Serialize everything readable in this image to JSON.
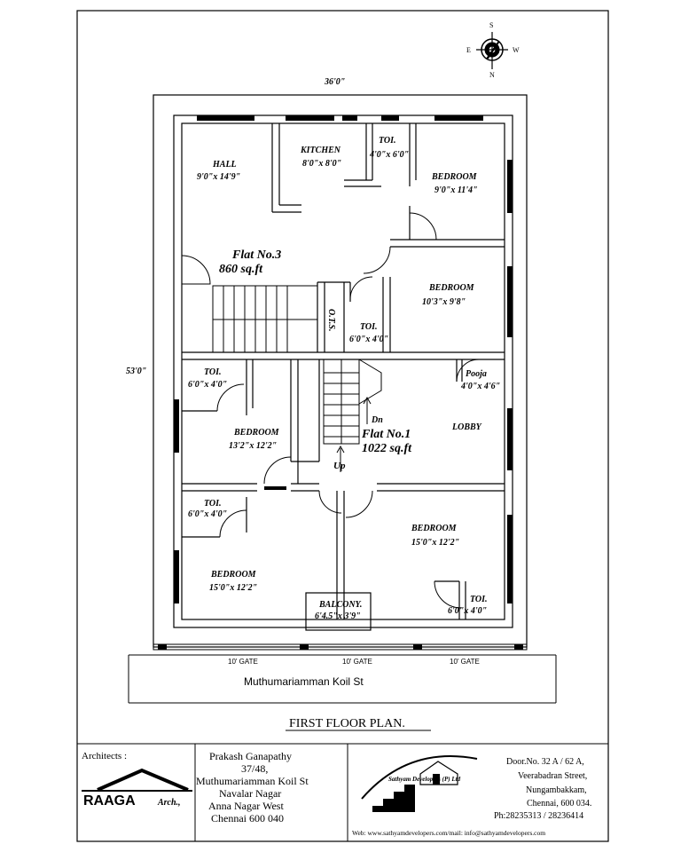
{
  "dimensions": {
    "width": "36'0\"",
    "height": "53'0\""
  },
  "compass": {
    "s": "S",
    "e": "E",
    "w": "W",
    "n": "N"
  },
  "flat3": {
    "name": "Flat No.3",
    "area": "860 sq.ft"
  },
  "flat1": {
    "name": "Flat No.1",
    "area": "1022 sq.ft"
  },
  "rooms": {
    "hall": {
      "name": "HALL",
      "size": "9'0\"x 14'9\""
    },
    "kitchen": {
      "name": "KITCHEN",
      "size": "8'0\"x 8'0\""
    },
    "toi_top": {
      "name": "TOI.",
      "size": "4'0\"x 6'0\""
    },
    "bedroom_top": {
      "name": "BEDROOM",
      "size": "9'0\"x 11'4\""
    },
    "bedroom_mid_right": {
      "name": "BEDROOM",
      "size": "10'3\"x 9'8\""
    },
    "ots": {
      "name": "O.T.S."
    },
    "toi_mid": {
      "name": "TOI.",
      "size": "6'0\"x 4'0\""
    },
    "toi_left_1": {
      "name": "TOI.",
      "size": "6'0\"x 4'0\""
    },
    "bedroom_left_1": {
      "name": "BEDROOM",
      "size": "13'2\"x 12'2\""
    },
    "pooja": {
      "name": "Pooja",
      "size": "4'0\"x 4'6\""
    },
    "lobby": {
      "name": "LOBBY"
    },
    "toi_left_2": {
      "name": "TOI.",
      "size": "6'0\"x 4'0\""
    },
    "bedroom_left_2": {
      "name": "BEDROOM",
      "size": "15'0\"x 12'2\""
    },
    "balcony": {
      "name": "BALCONY.",
      "size": "6'4.5\"x 3'9\""
    },
    "bedroom_right_low": {
      "name": "BEDROOM",
      "size": "15'0\"x 12'2\""
    },
    "toi_right_low": {
      "name": "TOI.",
      "size": "6'0\"x 4'0\""
    }
  },
  "stairs": {
    "dn": "Dn",
    "up": "Up"
  },
  "gates": [
    "10' GATE",
    "10' GATE",
    "10' GATE"
  ],
  "street": "Muthumariamman Koil St",
  "plan_title": "FIRST  FLOOR PLAN.",
  "title_block": {
    "architects_label": "Architects :",
    "logo_main": "RAAGA",
    "logo_sub": "Arch.,",
    "client_lines": [
      "Prakash Ganapathy",
      "37/48,",
      "Muthumariamman Koil St",
      "Navalar Nagar",
      "Anna Nagar West",
      "Chennai 600 040"
    ],
    "developer_logo": "Sathyam Developers (P) Ltd",
    "office_lines": [
      "Door.No. 32 A / 62 A,",
      "Veerabadran Street,",
      "Nungambakkam,",
      "Chennai, 600 034.",
      "Ph:28235313 / 28236414"
    ],
    "web": "Web: www.sathyamdevelopers.com/mail: info@sathyamdevelopers.com"
  }
}
